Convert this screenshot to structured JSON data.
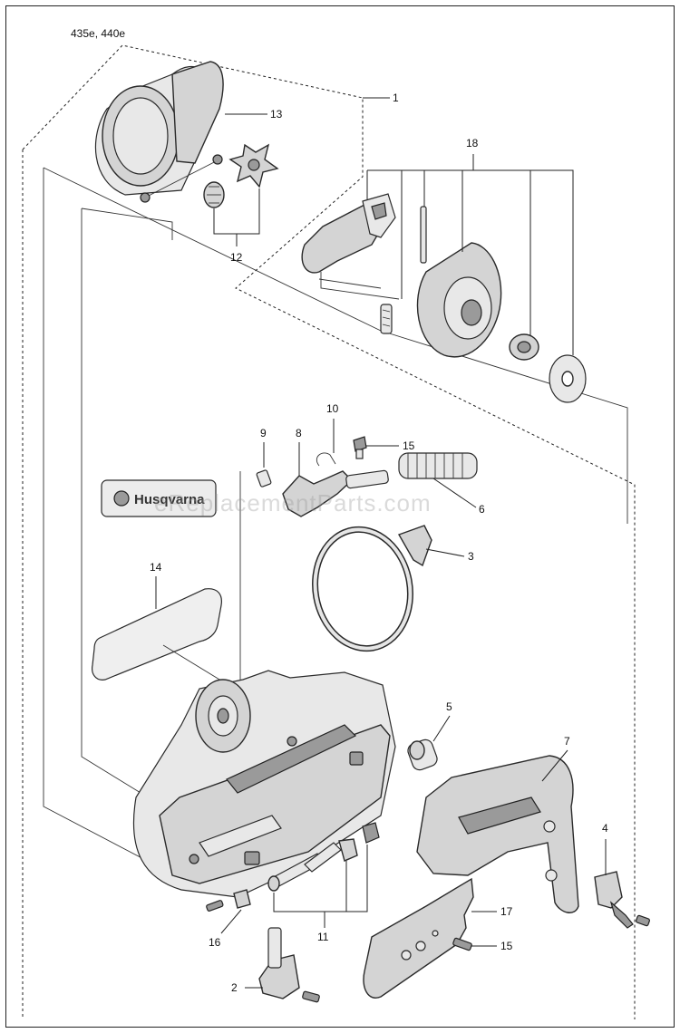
{
  "diagram": {
    "model_label": "435e, 440e",
    "watermark": "eReplacementParts.com",
    "brand_decal_text": "Husqvarna",
    "callouts": {
      "c1": "1",
      "c2": "2",
      "c3": "3",
      "c4": "4",
      "c5": "5",
      "c6": "6",
      "c7": "7",
      "c8": "8",
      "c9": "9",
      "c10": "10",
      "c11": "11",
      "c12": "12",
      "c13": "13",
      "c14": "14",
      "c15a": "15",
      "c15b": "15",
      "c16": "16",
      "c17": "17",
      "c18": "18"
    }
  },
  "colors": {
    "line": "#222222",
    "part_fill": "#d4d4d4",
    "background": "#ffffff"
  }
}
